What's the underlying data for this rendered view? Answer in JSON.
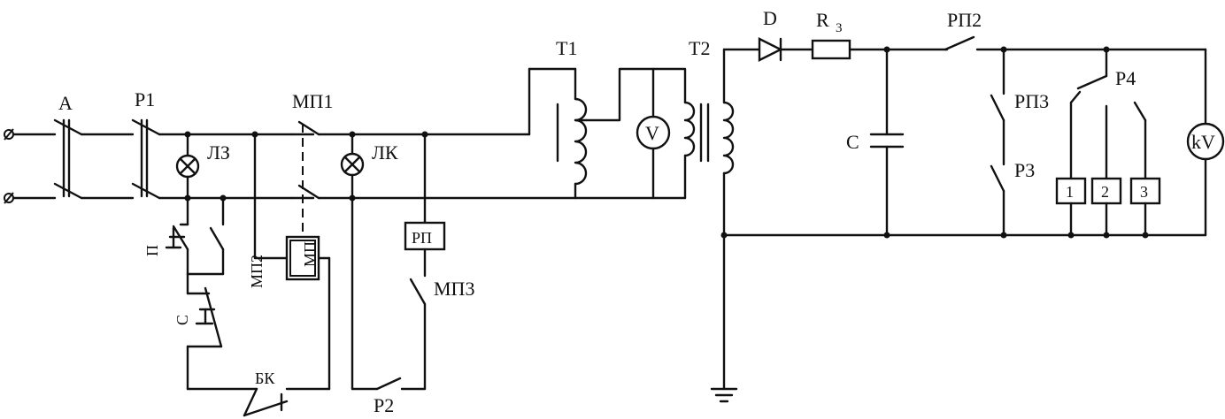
{
  "labels": {
    "breaker": "А",
    "relay_p1": "Р1",
    "lamp_green": "ЛЗ",
    "mag_starter_contact1": "МП1",
    "lamp_red": "ЛК",
    "transformer_t1": "Т1",
    "voltmeter": "V",
    "transformer_t2": "Т2",
    "diode": "D",
    "resistor_main": "R",
    "resistor_sub": "3",
    "relay_rp2": "РП2",
    "capacitor": "С",
    "relay_rp3": "РП3",
    "relay_r3": "Р3",
    "relay_r4": "Р4",
    "kilovoltmeter": "kV",
    "object_1": "1",
    "object_2": "2",
    "object_3": "3",
    "button_p": "П",
    "contact_mp2": "МП2",
    "button_c": "С",
    "mag_starter_coil": "МП",
    "relay_coil_rp": "РП",
    "contact_mp3": "МП3",
    "block_contact": "БК",
    "relay_r2": "Р2"
  }
}
